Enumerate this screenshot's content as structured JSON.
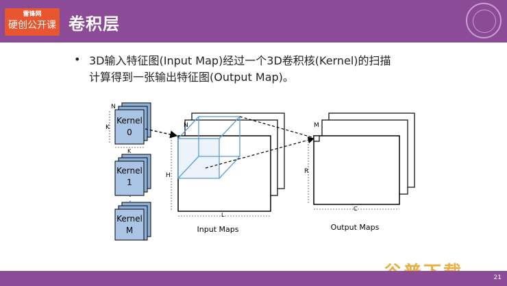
{
  "header": {
    "logo_line1": "雷锋网",
    "logo_line2": "硬创公开课",
    "title": "卷积层"
  },
  "content": {
    "bullet": "•",
    "line1": "3D输入特征图(Input Map)经过一个3D卷积核(Kernel)的扫描",
    "line2": "计算得到一张输出特征图(Output Map)。"
  },
  "diagram": {
    "kernel0": [
      "Kernel",
      "0"
    ],
    "kernel1": [
      "Kernel",
      "1"
    ],
    "kernelM": [
      "Kernel",
      "M"
    ],
    "label_n_kernel": "N",
    "label_k_left": "K",
    "label_k_bottom": "K",
    "label_n_input": "N",
    "label_h": "H",
    "label_l": "L",
    "label_m": "M",
    "label_r": "R",
    "label_c": "C",
    "input_caption": "Input Maps",
    "output_caption": "Output Maps",
    "dots": "·"
  },
  "footer": {
    "page": "21"
  },
  "watermark": "谷普下载"
}
